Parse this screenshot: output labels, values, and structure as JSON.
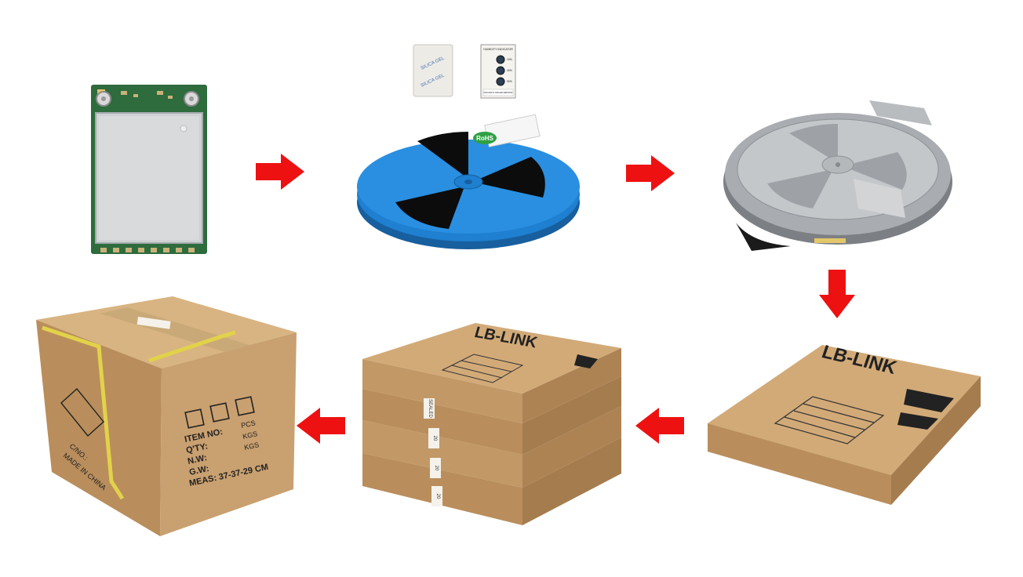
{
  "colors": {
    "background": "#ffffff",
    "arrow": "#ee1111",
    "reel": "#1f7fd0",
    "carton": "#c9a070",
    "pcb": "#2e6b3d",
    "shield": "#cfd2d4",
    "foil": "#a9adb1"
  },
  "module": {
    "icon": "wifi-module-icon"
  },
  "silica_gel": {
    "label_lines": [
      "SILICA GEL",
      "SILICA GEL"
    ]
  },
  "humidity_card": {
    "title": "HUMIDITY INDICATOR",
    "levels": [
      "10%",
      "40%",
      "50%"
    ],
    "footer": "DISCARD IF CIRCLED RED/PINK"
  },
  "reel": {
    "rohs_label": "RoHS"
  },
  "brand": {
    "logo_text": "LB-LINK"
  },
  "master_carton": {
    "mark_lines": [
      "ITEM NO:",
      "Q'TY:",
      "N.W:",
      "G.W:",
      "MEAS: 37-37-29 CM"
    ],
    "unit_lines": [
      "PCS",
      "KGS",
      "KGS"
    ],
    "side_lines": [
      "C/NO.:",
      "MADE IN CHINA"
    ]
  },
  "box_stack_labels": [
    "SEALED",
    "20",
    "20",
    "20"
  ],
  "arrows": [
    "arrow-right",
    "arrow-right",
    "arrow-down",
    "arrow-left",
    "arrow-left"
  ]
}
